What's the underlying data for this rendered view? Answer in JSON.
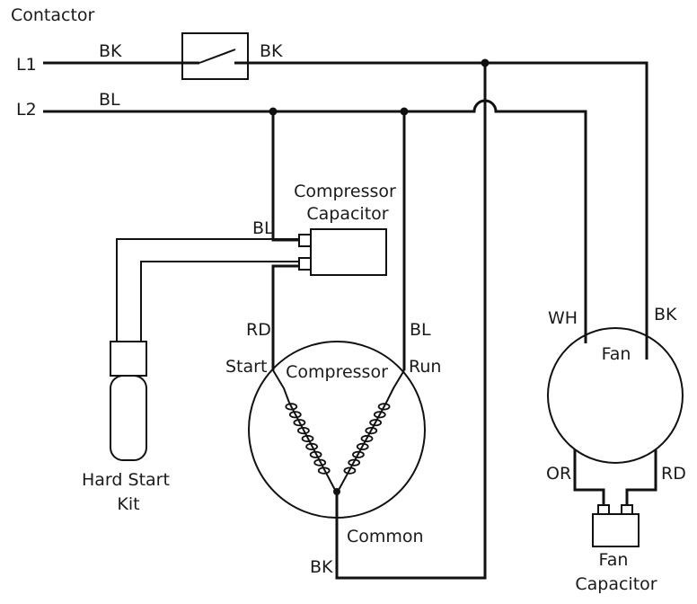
{
  "title": "Contactor",
  "lines": {
    "l1": "L1",
    "l2": "L2"
  },
  "wire_labels": {
    "l1_in": "BK",
    "l1_out": "BK",
    "l2": "BL",
    "cap_herm": "BL",
    "start": "RD",
    "run": "BL",
    "fan_wh": "WH",
    "fan_bk": "BK",
    "fan_or": "OR",
    "fan_rd": "RD",
    "common_bk": "BK"
  },
  "components": {
    "compressor_capacitor": [
      "Compressor",
      "Capacitor"
    ],
    "compressor": "Compressor",
    "start": "Start",
    "run": "Run",
    "common": "Common",
    "hard_start_kit": [
      "Hard Start",
      "Kit"
    ],
    "fan": "Fan",
    "fan_capacitor": [
      "Fan",
      "Capacitor"
    ]
  }
}
